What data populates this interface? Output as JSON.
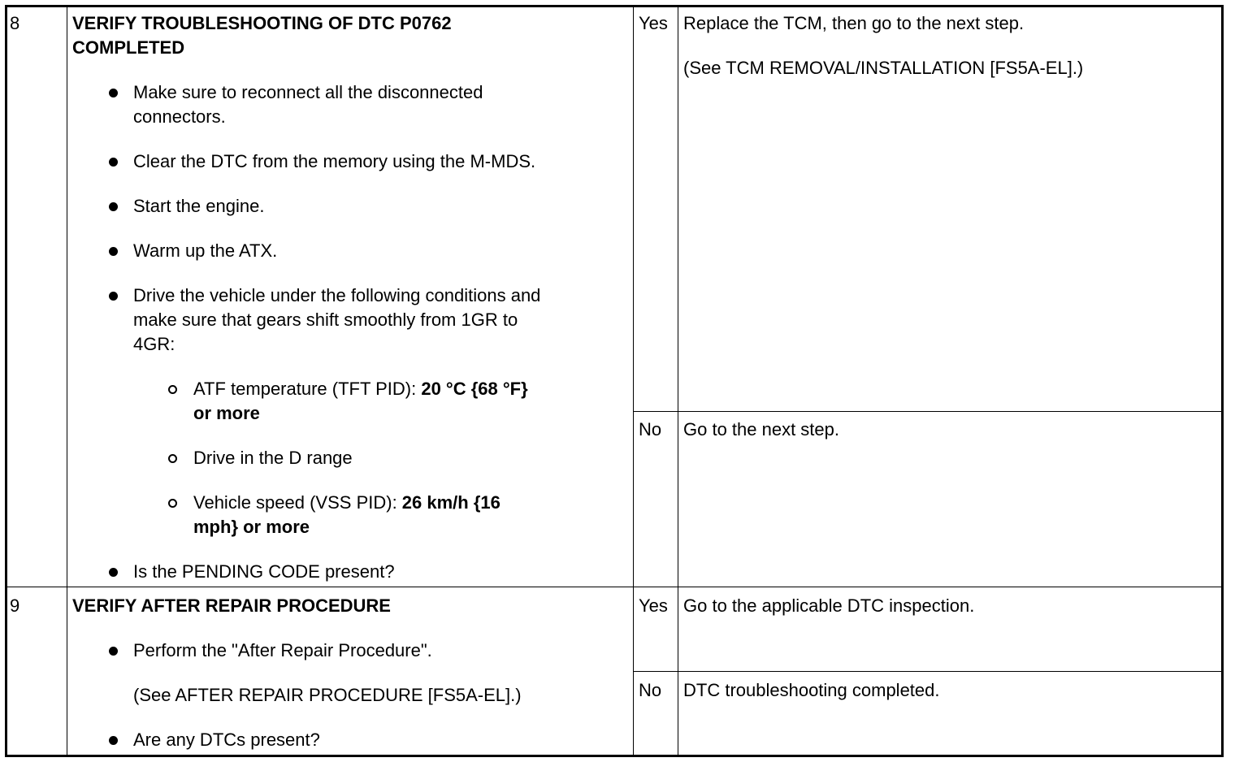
{
  "steps": [
    {
      "number": "8",
      "title_line1": "VERIFY TROUBLESHOOTING OF DTC P0762",
      "title_line2": "COMPLETED",
      "items": {
        "b1_l1": "Make sure to reconnect all the disconnected",
        "b1_l2": "connectors.",
        "b2": "Clear the DTC from the memory using the M-MDS.",
        "b3": "Start the engine.",
        "b4": "Warm up the ATX.",
        "b5_l1": "Drive the vehicle under the following conditions and",
        "b5_l2": "make sure that gears shift smoothly from 1GR to",
        "b5_l3": "4GR:",
        "s1_prefix": "ATF temperature (TFT PID): ",
        "s1_bold1": "20 °C {68 °F}",
        "s1_bold2": "or more",
        "s2": "Drive in the D range",
        "s3_prefix": "Vehicle speed (VSS PID): ",
        "s3_bold1": "26 km/h {16",
        "s3_bold2": "mph} or more",
        "b6": "Is the PENDING CODE present?"
      },
      "yes_label": "Yes",
      "yes_action": "Replace the TCM, then go to the next step.",
      "yes_ref": "(See TCM REMOVAL/INSTALLATION [FS5A-EL].)",
      "no_label": "No",
      "no_action": "Go to the next step."
    },
    {
      "number": "9",
      "title_line1": "VERIFY AFTER REPAIR PROCEDURE",
      "items": {
        "b1": "Perform the \"After Repair Procedure\".",
        "ref": "(See AFTER REPAIR PROCEDURE [FS5A-EL].)",
        "b2": "Are any DTCs present?"
      },
      "yes_label": "Yes",
      "yes_action": "Go to the applicable DTC inspection.",
      "no_label": "No",
      "no_action": "DTC troubleshooting completed."
    }
  ]
}
